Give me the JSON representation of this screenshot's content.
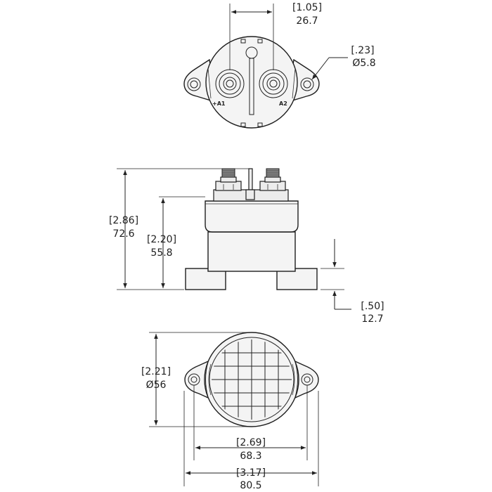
{
  "drawing": {
    "top_view": {
      "terminal_left_label": "+A1",
      "terminal_right_label": "A2",
      "terminal_spacing": {
        "in": "[1.05]",
        "mm": "26.7"
      },
      "mount_hole": {
        "in": "[.23]",
        "mm": "Ø5.8"
      }
    },
    "side_view": {
      "overall_height": {
        "in": "[2.86]",
        "mm": "72.6"
      },
      "body_height": {
        "in": "[2.20]",
        "mm": "55.8"
      },
      "foot_height": {
        "in": "[.50]",
        "mm": "12.7"
      }
    },
    "bottom_view": {
      "body_diameter": {
        "in": "[2.21]",
        "mm": "Ø56"
      },
      "hole_spacing": {
        "in": "[2.69]",
        "mm": "68.3"
      },
      "overall_width": {
        "in": "[3.17]",
        "mm": "80.5"
      }
    }
  }
}
